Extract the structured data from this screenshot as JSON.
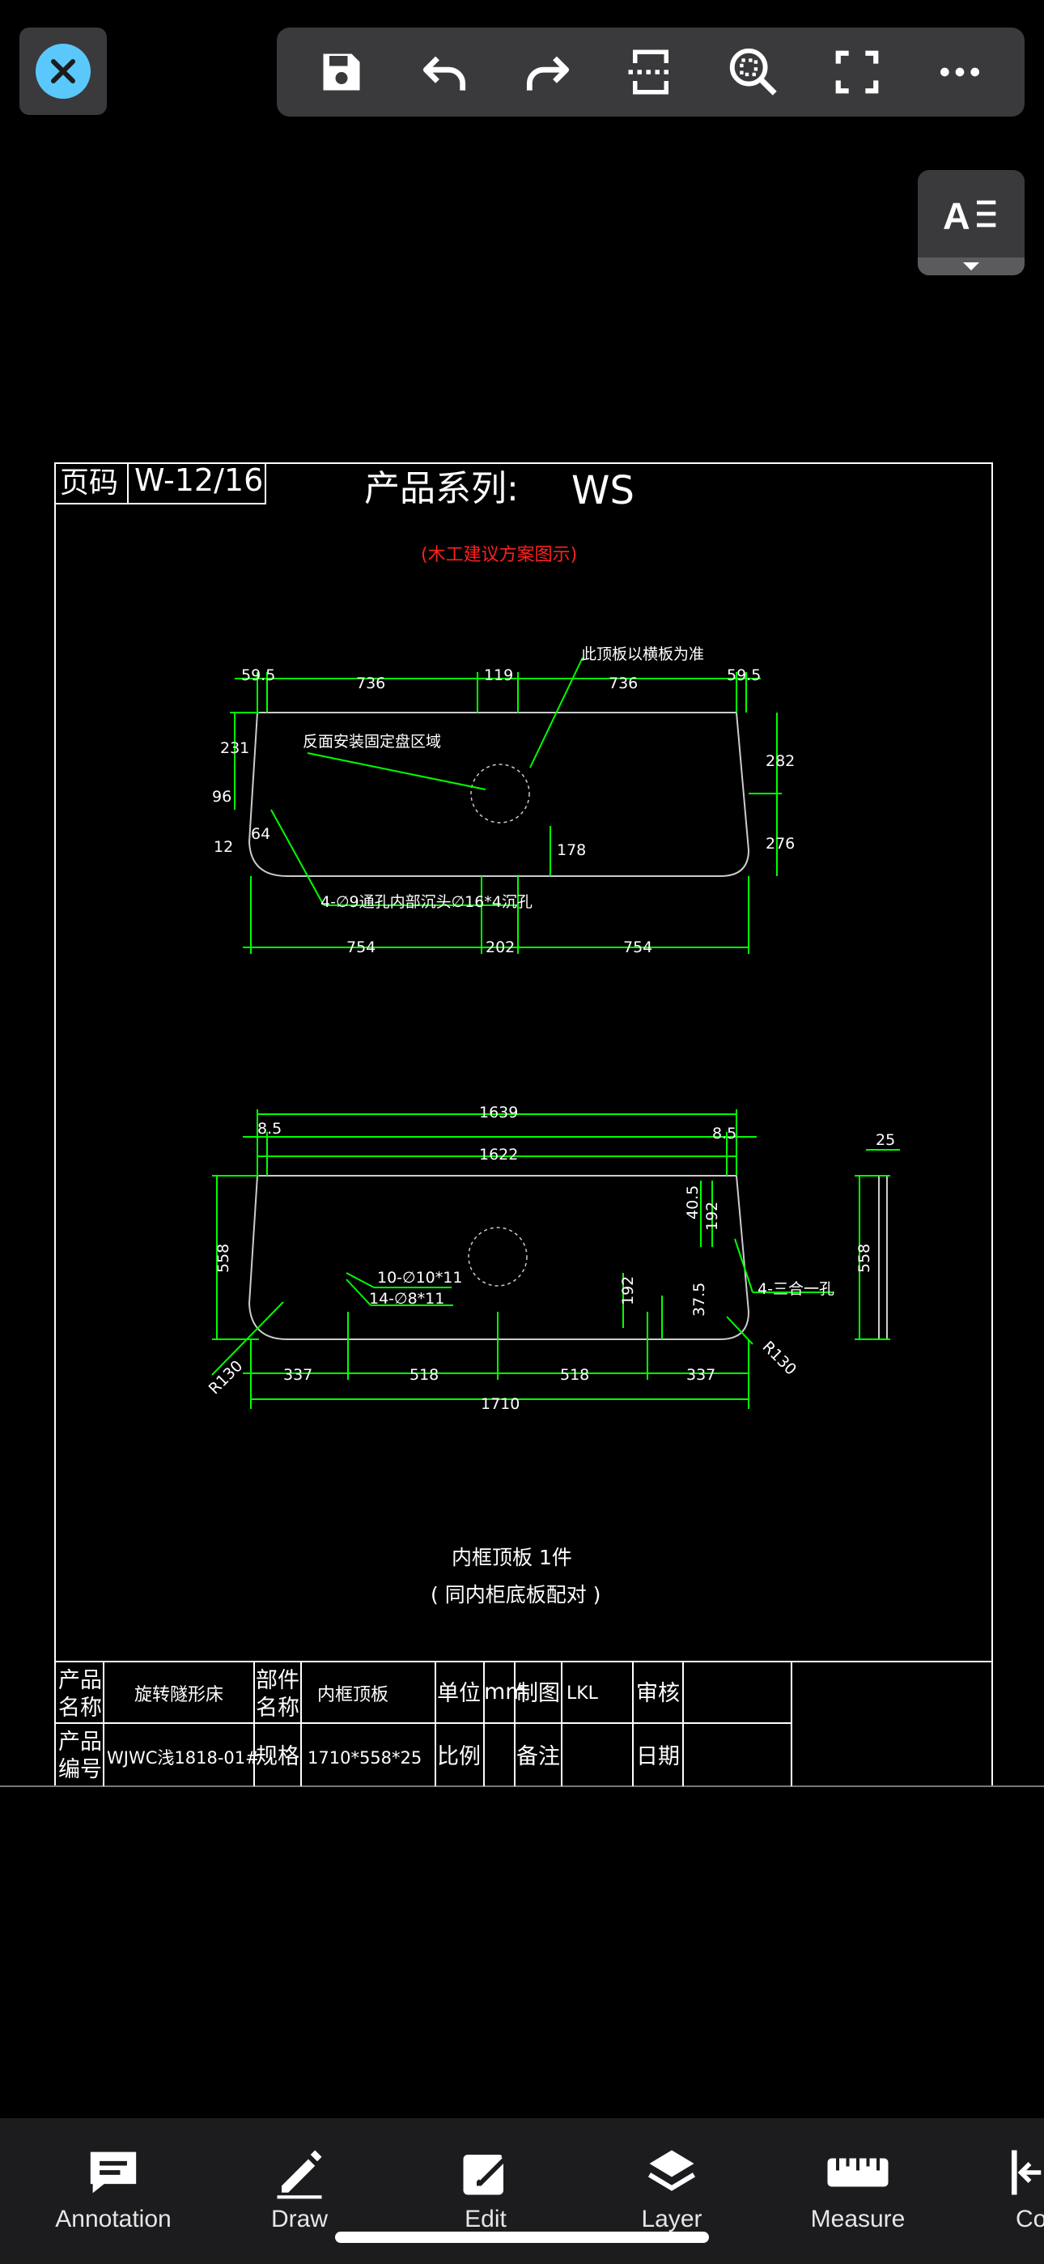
{
  "toolbar": {
    "icons": [
      "close-icon",
      "save-icon",
      "undo-icon",
      "redo-icon",
      "split-view-icon",
      "zoom-area-icon",
      "fullscreen-icon",
      "more-icon"
    ]
  },
  "text_mode_icon": "text-format-icon",
  "colors": {
    "accent": "#5ac8fa",
    "toolbar_bg": "#3a3a3c",
    "drawing_lines": "#00ff00",
    "note_red": "#ff0000"
  },
  "drawing": {
    "page_label": "页码",
    "page_code": "W-12/16",
    "series_label": "产品系列:",
    "series_value": "WS",
    "note": "(木工建议方案图示)",
    "top_view": {
      "dims": [
        "59.5",
        "736",
        "119",
        "736",
        "59.5",
        "231",
        "96",
        "12",
        "64",
        "178",
        "282",
        "276",
        "754",
        "202",
        "754"
      ],
      "callouts": [
        "此顶板以横板为准",
        "反面安装固定盘区域",
        "4-∅9通孔内部沉头∅16*4沉孔"
      ]
    },
    "bottom_view": {
      "dims": [
        "1639",
        "8.5",
        "8.5",
        "1622",
        "25",
        "558",
        "40.5",
        "192",
        "558",
        "192",
        "37.5",
        "337",
        "518",
        "518",
        "337",
        "1710"
      ],
      "callouts": [
        "10-∅10*11",
        "14-∅8*11",
        "4-三合一孔",
        "R130",
        "R130"
      ]
    },
    "caption_line1": "内框顶板  1件",
    "caption_line2": "( 同内柜底板配对 )",
    "title_block": {
      "product_name_label": "产品\n名称",
      "product_name": "旋转隧形床",
      "part_name_label": "部件\n名称",
      "part_name": "内框顶板",
      "unit_label": "单位",
      "unit": "mm",
      "drawn_label": "制图",
      "drawn": "LKL",
      "review_label": "审核",
      "product_code_label": "产品\n编号",
      "product_code": "WJWC浅1818-01#",
      "spec_label": "规格",
      "spec": "1710*558*25",
      "scale_label": "比例",
      "remark_label": "备注",
      "date_label": "日期"
    }
  },
  "bottom_tabs": [
    {
      "label": "Annotation",
      "icon": "annotation-icon"
    },
    {
      "label": "Draw",
      "icon": "draw-icon"
    },
    {
      "label": "Edit",
      "icon": "edit-icon"
    },
    {
      "label": "Layer",
      "icon": "layer-icon"
    },
    {
      "label": "Measure",
      "icon": "measure-icon"
    },
    {
      "label": "Co",
      "icon": "compare-icon"
    }
  ]
}
